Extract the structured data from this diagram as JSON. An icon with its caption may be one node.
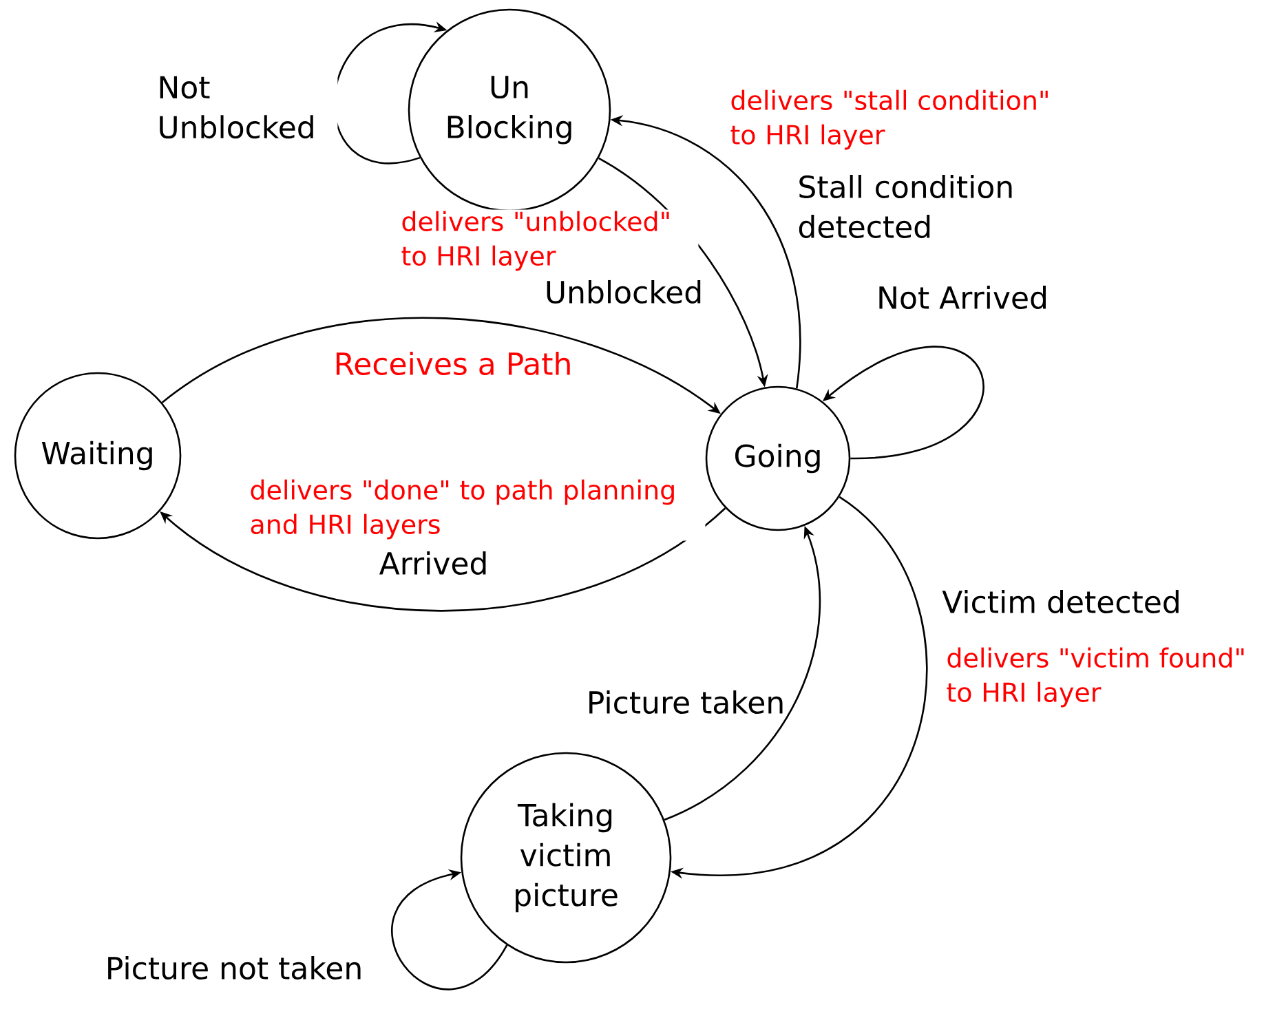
{
  "diagram": {
    "nodes": [
      {
        "text": [
          "Un Blocking"
        ]
      },
      {
        "text": [
          "Waiting"
        ]
      },
      {
        "text": [
          "Going"
        ]
      },
      {
        "text": [
          "Taking victim picture"
        ]
      }
    ],
    "edges": [
      {
        "from": 0,
        "to": 0,
        "arrow": "to",
        "label": "Not Unblocked"
      },
      {
        "from": 0,
        "to": 2,
        "arrow": "to",
        "label": "Unblocked"
      },
      {
        "from": 2,
        "to": 0,
        "arrow": "to",
        "label": "Stall condition detected"
      },
      {
        "from": 2,
        "to": 2,
        "arrow": "to",
        "label": "Not Arrived"
      },
      {
        "from": 1,
        "to": 2,
        "arrow": "to",
        "label": "Receives a Path"
      },
      {
        "from": 2,
        "to": 1,
        "arrow": "to",
        "label": "Arrived"
      },
      {
        "from": 2,
        "to": 3,
        "arrow": "to",
        "label": "Victim detected"
      },
      {
        "from": 3,
        "to": 2,
        "arrow": "to",
        "label": "Picture taken"
      },
      {
        "from": 3,
        "to": 3,
        "arrow": "to",
        "label": "Picture not taken"
      }
    ],
    "labels": [
      "delivers \"stall condition\" to HRI layer",
      "delivers \"unblocked\" to HRI layer",
      "delivers \"done\" to path planning and HRI layers",
      "delivers \"victim found\" to HRI layer"
    ]
  }
}
